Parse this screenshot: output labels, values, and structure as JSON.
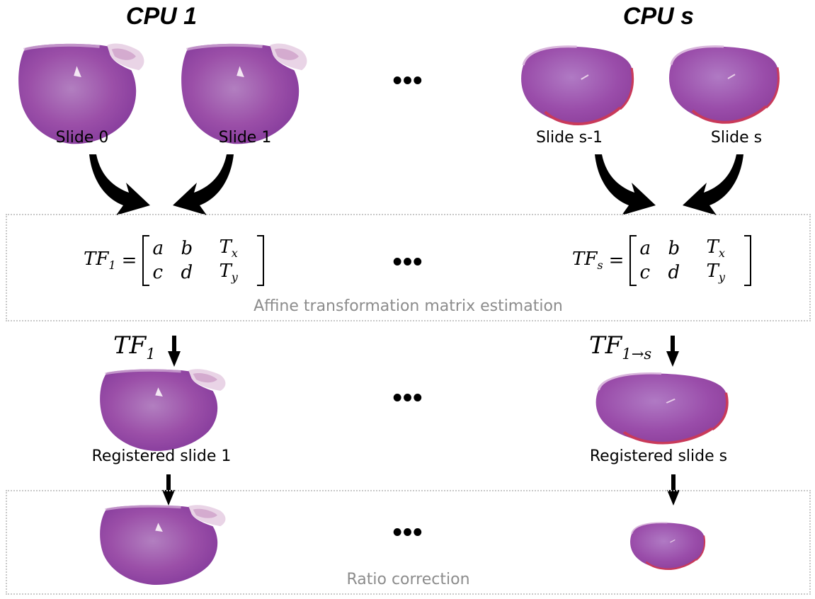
{
  "columns": {
    "left_title": "CPU 1",
    "right_title": "CPU s"
  },
  "slides": {
    "slide_0": "Slide 0",
    "slide_1": "Slide 1",
    "slide_s_minus_1": "Slide s-1",
    "slide_s": "Slide s"
  },
  "ellipsis": "•••",
  "affine_box": {
    "label": "Affine transformation matrix estimation",
    "eq_left": {
      "lhs_base": "TF",
      "lhs_sub": "1",
      "equals": "=",
      "matrix": [
        [
          "a",
          "b",
          "T",
          "x"
        ],
        [
          "c",
          "d",
          "T",
          "y"
        ]
      ]
    },
    "eq_right": {
      "lhs_base": "TF",
      "lhs_sub": "s",
      "equals": "=",
      "matrix": [
        [
          "a",
          "b",
          "T",
          "x"
        ],
        [
          "c",
          "d",
          "T",
          "y"
        ]
      ]
    }
  },
  "registration": {
    "left_tf_base": "TF",
    "left_tf_sub": "1",
    "right_tf_base": "TF",
    "right_tf_sub": "1→s",
    "left_label": "Registered slide 1",
    "right_label": "Registered slide s"
  },
  "ratio_box": {
    "label": "Ratio correction"
  },
  "colors": {
    "tissue_main": "#9b4fa8",
    "tissue_dark": "#7e3a90",
    "tissue_light": "#c795cc",
    "tissue_edge_red": "#c93a5a",
    "box_border": "#c8c8c8",
    "box_label": "#8c8c8c"
  }
}
